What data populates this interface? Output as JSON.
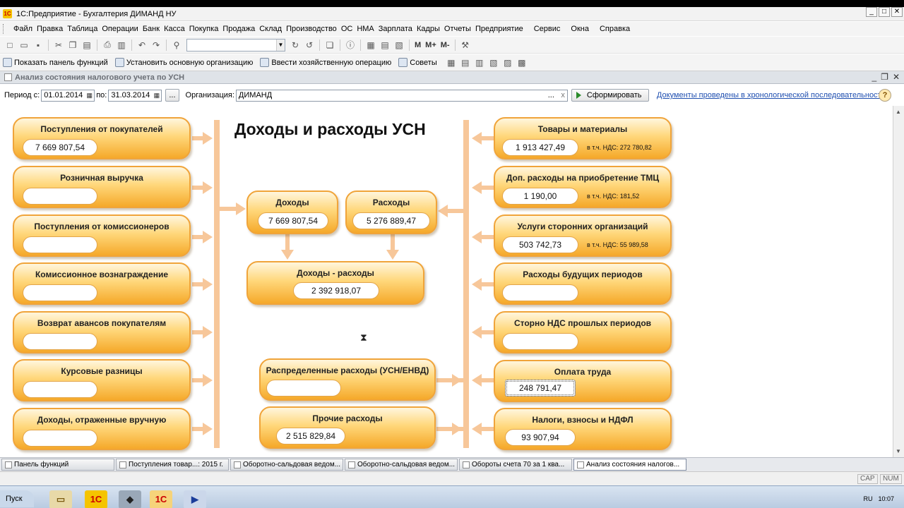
{
  "app": {
    "title": "1С:Предприятие - Бухгалтерия ДИМАНД НУ",
    "logo": "1С"
  },
  "menu": [
    "Файл",
    "Правка",
    "Таблица",
    "Операции",
    "Банк",
    "Касса",
    "Покупка",
    "Продажа",
    "Склад",
    "Производство",
    "ОС",
    "НМА",
    "Зарплата",
    "Кадры",
    "Отчеты",
    "Предприятие",
    "Сервис",
    "Окна",
    "Справка"
  ],
  "toolbar1": {
    "m": "M",
    "mplus": "M+",
    "mminus": "M-"
  },
  "toolbar2": {
    "show_panel": "Показать панель функций",
    "set_org": "Установить основную организацию",
    "enter_op": "Ввести хозяйственную операцию",
    "tips": "Советы"
  },
  "document": {
    "title": "Анализ состояния налогового учета по УСН"
  },
  "params": {
    "period_from_label": "Период с:",
    "period_from": "01.01.2014",
    "period_to_label": "по:",
    "period_to": "31.03.2014",
    "ellipsis": "...",
    "org_label": "Организация:",
    "org_value": "ДИМАНД",
    "org_ellipsis": "...",
    "org_clear": "x",
    "form_button": "Сформировать",
    "docs_link": "Документы проведены в хронологической последовательности",
    "help": "?"
  },
  "diagram": {
    "title": "Доходы и расходы УСН",
    "left": [
      {
        "label": "Поступления от покупателей",
        "value": "7 669 807,54"
      },
      {
        "label": "Розничная выручка",
        "value": ""
      },
      {
        "label": "Поступления от комиссионеров",
        "value": ""
      },
      {
        "label": "Комиссионное вознаграждение",
        "value": ""
      },
      {
        "label": "Возврат авансов покупателям",
        "value": ""
      },
      {
        "label": "Курсовые разницы",
        "value": ""
      },
      {
        "label": "Доходы, отраженные вручную",
        "value": ""
      }
    ],
    "center": {
      "income": {
        "label": "Доходы",
        "value": "7 669 807,54"
      },
      "expense": {
        "label": "Расходы",
        "value": "5 276 889,47"
      },
      "diff": {
        "label": "Доходы - расходы",
        "value": "2 392 918,07"
      },
      "distributed": {
        "label": "Распределенные расходы (УСН/ЕНВД)",
        "value": ""
      },
      "other": {
        "label": "Прочие расходы",
        "value": "2 515 829,84"
      }
    },
    "right": [
      {
        "label": "Товары и материалы",
        "value": "1 913 427,49",
        "vat": "в т.ч. НДС: 272 780,82"
      },
      {
        "label": "Доп. расходы на приобретение ТМЦ",
        "value": "1 190,00",
        "vat": "в т.ч. НДС: 181,52"
      },
      {
        "label": "Услуги сторонних организаций",
        "value": "503 742,73",
        "vat": "в т.ч. НДС: 55 989,58"
      },
      {
        "label": "Расходы будущих периодов",
        "value": "",
        "vat": ""
      },
      {
        "label": "Сторно НДС прошлых периодов",
        "value": "",
        "vat": ""
      },
      {
        "label": "Оплата труда",
        "value": "248 791,47",
        "vat": ""
      },
      {
        "label": "Налоги, взносы и НДФЛ",
        "value": "93 907,94",
        "vat": ""
      }
    ]
  },
  "window_tabs": [
    "Панель функций",
    "Поступления товар...: 2015 г.",
    "Оборотно-сальдовая ведом...",
    "Оборотно-сальдовая ведом...",
    "Обороты счета 70 за 1 ква...",
    "Анализ состояния налогов..."
  ],
  "status": {
    "cap": "CAP",
    "num": "NUM"
  },
  "taskbar": {
    "start": "Пуск",
    "lang": "RU",
    "clock": "10:07"
  },
  "colors": {
    "box_fill": "#ffd77a",
    "box_border": "#f0a43a",
    "connector": "#f7c79a",
    "link": "#1f4fb0"
  }
}
